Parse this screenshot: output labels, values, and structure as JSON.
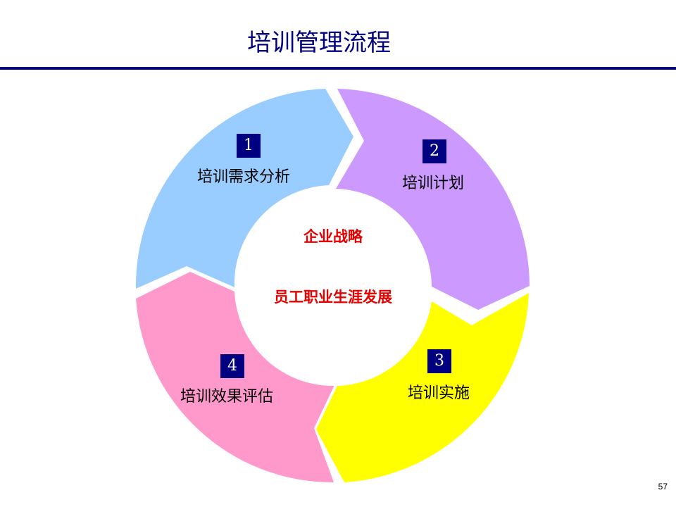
{
  "title": "培训管理流程",
  "colors": {
    "title": "#000080",
    "stage1": "#99ccff",
    "stage2": "#cc99ff",
    "stage3": "#ffff00",
    "stage4": "#ff99cc",
    "number_box": "#000080",
    "center_text": "#e60000"
  },
  "stages": [
    {
      "number": "1",
      "label": "培训需求分析"
    },
    {
      "number": "2",
      "label": "培训计划"
    },
    {
      "number": "3",
      "label": "培训实施"
    },
    {
      "number": "4",
      "label": "培训效果评估"
    }
  ],
  "center": {
    "line1": "企业战略",
    "line2": "员工职业生涯发展"
  },
  "page_number": "57"
}
